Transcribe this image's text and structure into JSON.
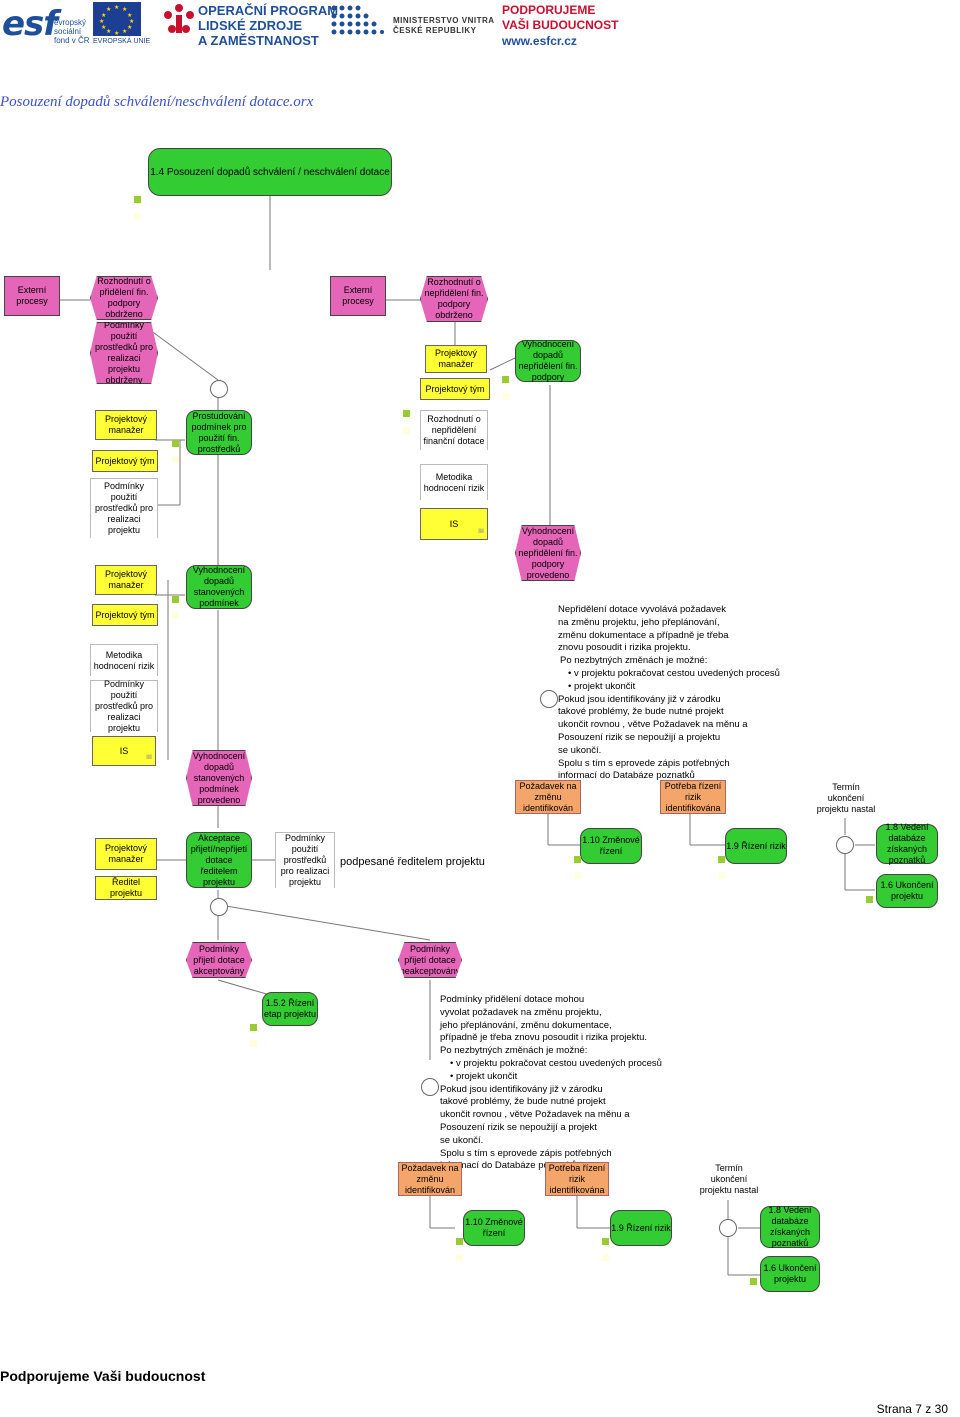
{
  "header": {
    "esf_mark": "esf",
    "esf_subtitle": [
      "evropský",
      "sociální",
      "fond v ČR"
    ],
    "eu_label": "EVROPSKÁ UNIE",
    "op_title": [
      "OPERAČNÍ PROGRAM",
      "LIDSKÉ ZDROJE",
      "A ZAMĚSTNANOST"
    ],
    "ministry": [
      "MINISTERSTVO VNITRA",
      "ČESKÉ REPUBLIKY"
    ],
    "slogan": [
      "PODPORUJEME",
      "VAŠI BUDOUCNOST"
    ],
    "url": "www.esfcr.cz"
  },
  "title": "Posouzení dopadů schválení/neschválení dotace.orx",
  "colors": {
    "function": "#33cc33",
    "event": "#e566b8",
    "role": "#ffff33",
    "goal": "#f4a66a",
    "title": "#3b4fc8"
  },
  "nodes": {
    "main_function": "1.4 Posouzení dopadů schválení / neschválení dotace",
    "ext_proc_1": "Externí procesy",
    "ext_proc_2": "Externí procesy",
    "ev_prideleni": "Rozhodnutí o přidělení fin. podpory obdrženo",
    "ev_podminky_obdrzeny": "Podmínky použití prostředků pro realizaci projektu obdrženy",
    "ev_neprideleni": "Rozhodnutí o nepřidělení fin. podpory obdrženo",
    "role_pm_1": "Projektový manažer",
    "role_pt_1": "Projektový tým",
    "fn_vyhodnoceni_neprideleni": "Vyhodnocení dopadů nepřidělení fin. podpory",
    "role_pm_2": "Projektový manažer",
    "role_pt_2": "Projektový tým",
    "doc_podminky_1": "Podmínky použití prostředků pro realizaci projektu",
    "fn_prostudovani": "Prostudování podmínek pro použití fin. prostředků",
    "doc_rozhodnuti": "Rozhodnutí o nepřidělení finanční dotace",
    "doc_metodika_1": "Metodika hodnocení rizik",
    "sys_is_1": "IS",
    "ev_vyhodnoceni_neprideleni_provedeno": "Vyhodnocení dopadů nepřidělení fin. podpory provedeno",
    "role_pm_3": "Projektový manažer",
    "role_pt_3": "Projektový tým",
    "fn_vyhodnoceni_podminek": "Vyhodnocení dopadů stanovených podmínek",
    "doc_metodika_2": "Metodika hodnocení rizik",
    "doc_podminky_2": "Podmínky použití prostředků pro realizaci projektu",
    "sys_is_2": "IS",
    "ev_vyhodnoceni_podminek_provedeno": "Vyhodnocení dopadů stanovených podmínek provedeno",
    "role_pm_4": "Projektový manažer",
    "role_reditel": "Ředitel projektu",
    "fn_akceptace": "Akceptace přijetí/nepřijetí dotace ředitelem projektu",
    "doc_podminky_3": "Podmínky použití prostředků pro realizaci projektu",
    "doc_podminky_3_note": "podpesané ředitelem projektu",
    "ev_akceptovany": "Podmínky přijetí dotace akceptovány",
    "ev_neakceptovany": "Podmínky přijetí dotace neakceptovány",
    "fn_rizeni_etap": "1.5.2 Řízení etap projektu",
    "goal_pozadavek_1": "Požadavek na změnu identifikován",
    "goal_potreba_1": "Potřeba řízení rizik identifikována",
    "goal_termin_1": "Termín ukončení projektu nastal",
    "fn_zmenove_1": "1.10 Změnové řízení",
    "fn_rizeni_rizik_1": "1.9 Řízení rizik",
    "fn_vedeni_databaze_1": "1.8 Vedení databáze získaných poznatků",
    "fn_ukonceni_1": "1.6 Ukončení projektu",
    "goal_pozadavek_2": "Požadavek na změnu identifikován",
    "goal_potreba_2": "Potřeba řízení rizik identifikována",
    "goal_termin_2": "Termín ukončení projektu nastal",
    "fn_zmenove_2": "1.10 Změnové řízení",
    "fn_rizeni_rizik_2": "1.9 Řízení rizik",
    "fn_vedeni_databaze_2": "1.8 Vedení databáze získaných poznatků",
    "fn_ukonceni_2": "1.6 Ukončení projektu"
  },
  "system_tag": "ⅡⅡ",
  "note_1": [
    "Nepřidělení dotace vyvolává požadavek",
    "na změnu projektu, jeho přeplánování,",
    "změnu dokumentace a případně je třeba",
    "znovu posoudit i rizika projektu.",
    "Po nezbytných změnách  je možné:",
    "v projektu pokračovat cestou uvedených procesů",
    "projekt ukončit",
    "Pokud jsou identifikovány již v zárodku",
    "takové problémy, že bude nutné projekt",
    " ukončit rovnou , větve Požadavek na měnu a",
    "Posouzení rizik se nepoužijí a projektu",
    "se ukončí.",
    "Spolu s tím s eprovede zápis potřebných",
    "informací do Databáze poznatků"
  ],
  "note_2": [
    "Podmínky přidělení dotace mohou",
    " vyvolat požadavek na změnu projektu,",
    "jeho přeplánování, změnu dokumentace,",
    "případně je třeba znovu posoudit i rizika projektu.",
    " Po nezbytných změnách  je možné:",
    "v projektu pokračovat cestou uvedených procesů",
    "projekt ukončit",
    "Pokud jsou identifikovány již v zárodku",
    "takové problémy, že bude nutné projekt",
    "ukončit rovnou , větve Požadavek na měnu a",
    "Posouzení rizik se nepoužijí a projekt",
    "se ukončí.",
    "Spolu s tím s eprovede zápis potřebných",
    "informací do Databáze poznatků"
  ],
  "footer": "Podporujeme Vaši budoucnost",
  "page": "Strana 7 z 30"
}
